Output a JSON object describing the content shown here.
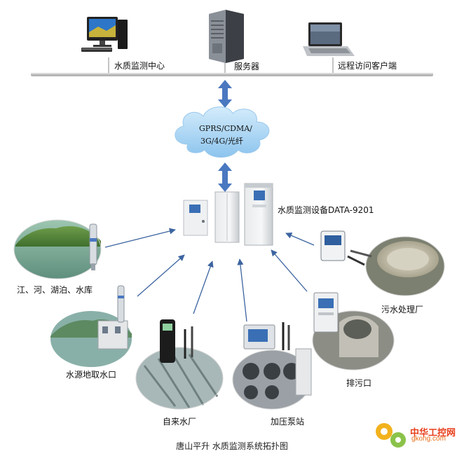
{
  "top": {
    "monitor_center": "水质监测中心",
    "server": "服务器",
    "remote_client": "远程访问客户端"
  },
  "network": {
    "line1": "GPRS/CDMA/",
    "line2": "3G/4G/光纤"
  },
  "device": {
    "label": "水质监测设备DATA-9201"
  },
  "sites": {
    "river": "江、河、湖泊、水库",
    "intake": "水源地取水口",
    "waterworks": "自来水厂",
    "pump": "加压泵站",
    "outfall": "排污口",
    "sewage": "污水处理厂"
  },
  "caption": "唐山平升  水质监测系统拓扑图",
  "watermark": {
    "brand": "中华工控网",
    "url": "gkong.com"
  },
  "colors": {
    "arrow": "#3c64a0",
    "link_arrow": "#4a78c0",
    "cloud": "#a8d2f2",
    "bus": "#a0a0a0"
  }
}
